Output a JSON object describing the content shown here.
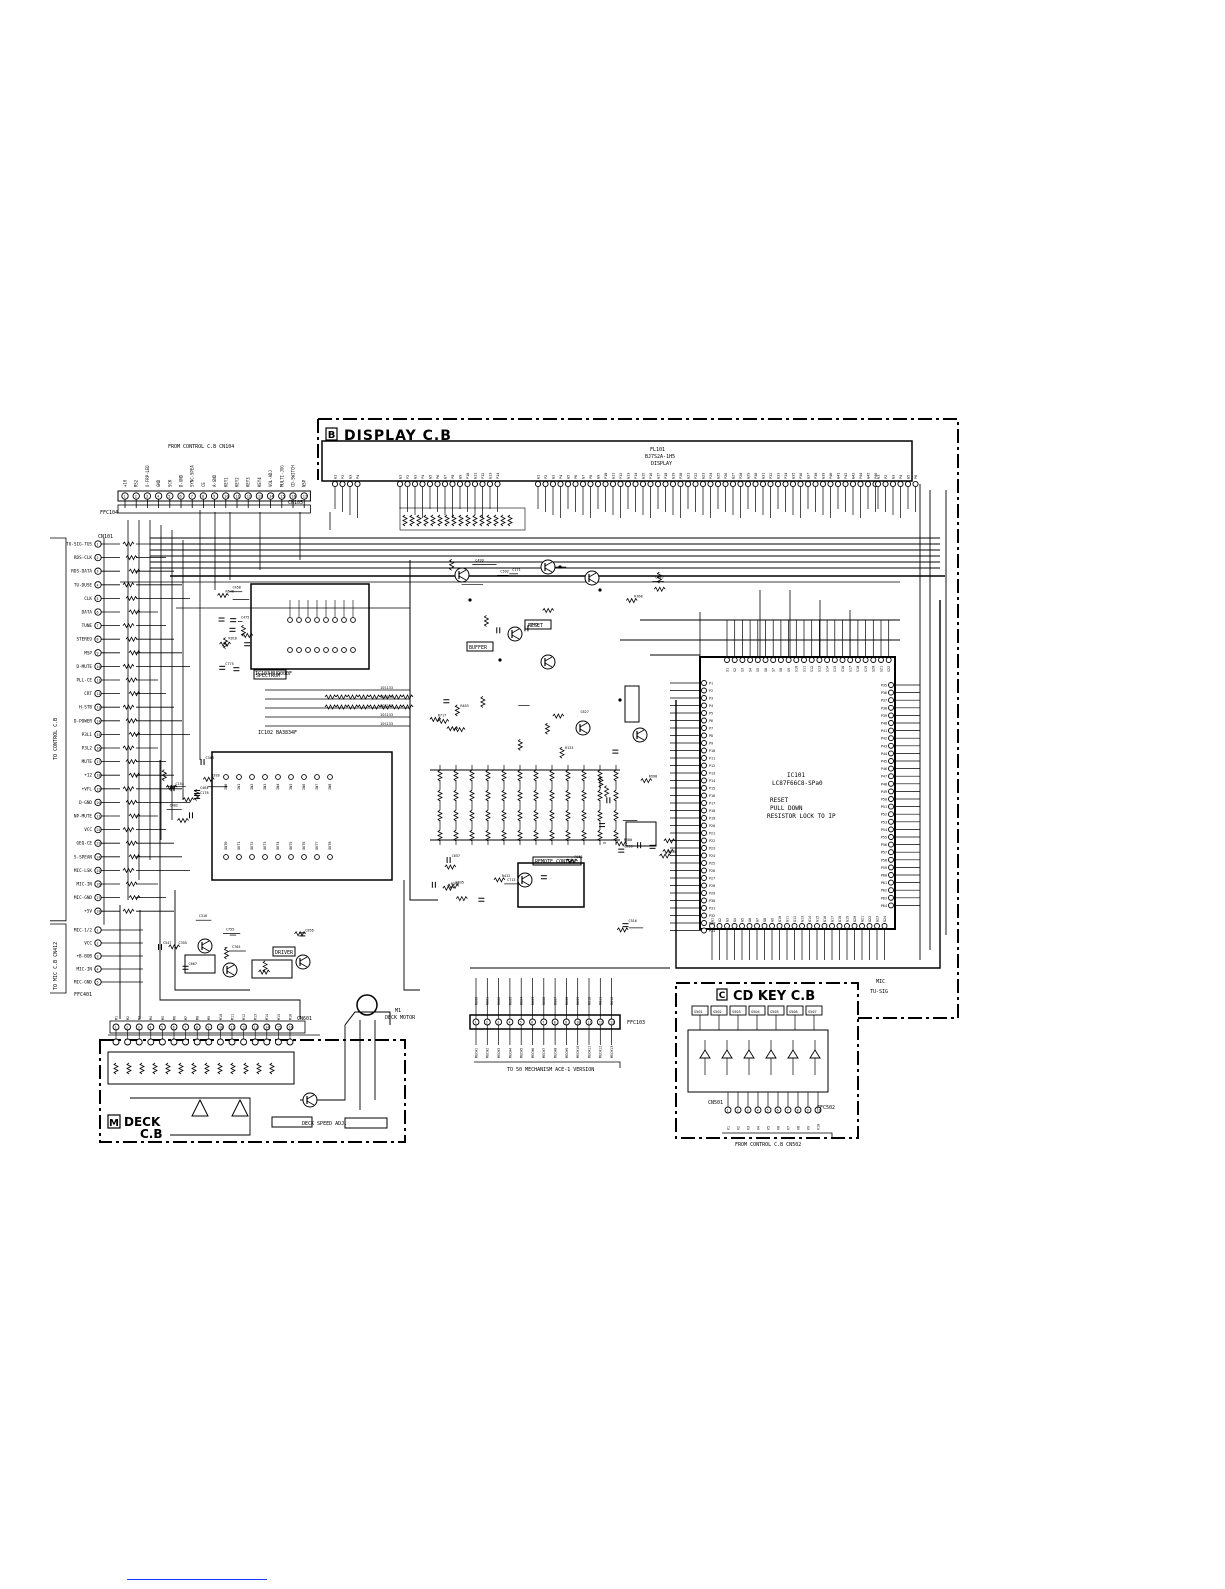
{
  "boards": {
    "display": {
      "tag": "B",
      "title": "DISPLAY C.B"
    },
    "cd_key": {
      "tag": "C",
      "title": "CD KEY C.B"
    },
    "deck": {
      "tag": "M",
      "title": "DECK",
      "title2": "C.B"
    }
  },
  "top_connector": {
    "caption": "FROM CONTROL C.B CN104",
    "name": "FFC104",
    "pin_labels": [
      "+10",
      "RS2",
      "O-FRP-LED",
      "GND",
      "SCK",
      "D-GND",
      "SYNC-SPEA",
      "CE",
      "A-GND",
      "KEY1",
      "KEY2",
      "KEY3",
      "KEY4",
      "VOL-ADJ",
      "MULTI-JOG",
      "CD-SWITCH",
      "NSP"
    ],
    "jack": "CN105"
  },
  "left_connector": {
    "caption": "TO CONTROL C.B",
    "name": "CN101",
    "pin_labels": [
      "TU-SIG-TUS",
      "RDS-CLK",
      "RDS-DATA",
      "TU-DUSE",
      "CLK",
      "DATA",
      "TUNE",
      "STEREO",
      "MSP",
      "D-MUTE",
      "PLL-CE",
      "CRT",
      "H-STB",
      "D-POWER",
      "P3L1",
      "P3L2",
      "MUTE",
      "+12",
      "+VFL",
      "D-GND",
      "NP-MUTE",
      "VCC",
      "GEQ-CE",
      "S-SPEAN",
      "MIC-LSK",
      "MIC-IN",
      "MIC-GND",
      "+5V"
    ]
  },
  "mic_connector": {
    "caption": "TO MIC C.B CN412",
    "name": "FFC401",
    "pin_labels": [
      "MIC-1/2",
      "VCC",
      "+B-BOB",
      "MIC-IN",
      "MIC-GND"
    ]
  },
  "vfd": {
    "ref": "FL101",
    "part": "BJ7S2A-1H5",
    "label": "DISPLAY"
  },
  "ics": [
    {
      "ref": "IC102",
      "part": "BA3834F"
    },
    {
      "ref": "IC101",
      "part": "LC87F66C8-SPa0"
    },
    {
      "ref": "IC103",
      "part": "BU9000F"
    }
  ],
  "mcu_notes": [
    "RESET",
    "PULL DOWN",
    "RESISTOR LOCK TO IP"
  ],
  "boxed_labels": [
    "SPECTRUM",
    "RESET",
    "REMOTE CONTROL",
    "DRIVER",
    "BUFFER"
  ],
  "deck": {
    "motor_ref": "M1",
    "motor_label": "DECK MOTOR",
    "jack": "CN601",
    "bottom_caption": "TO 50 MECHANISM ACE-1 VERSION",
    "speed_label": "DECK SPEED ADJ."
  },
  "cd_key": {
    "switches": [
      "S501",
      "S502",
      "S503",
      "S504",
      "S505",
      "S506",
      "S507"
    ],
    "connector": "FFC502",
    "caption": "FROM CONTROL C.B CN502",
    "jack": "CN501"
  },
  "ffc": "FFC103",
  "notes": {
    "mic": "MIC",
    "tuner": "TU-SIG"
  }
}
